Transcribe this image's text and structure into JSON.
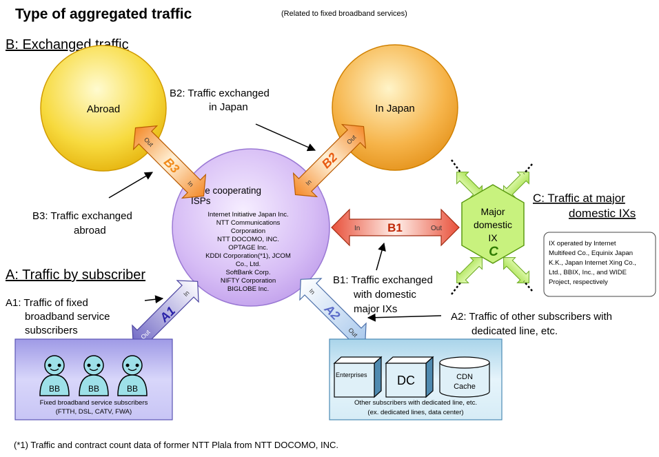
{
  "title": "Type of aggregated traffic",
  "subtitle": "(Related to fixed broadband services)",
  "footnote": "(*1) Traffic and contract count data of former NTT Plala from NTT DOCOMO, INC.",
  "section_b": {
    "heading": "B: Exchanged traffic"
  },
  "section_a": {
    "heading": "A: Traffic by subscriber"
  },
  "section_c": {
    "heading_line1": "C:  Traffic at major",
    "heading_line2": "domestic IXs"
  },
  "nodes": {
    "abroad": "Abroad",
    "in_japan": "In Japan",
    "isp_title_line1": "Nine cooperating",
    "isp_title_line2": "ISPs",
    "isp_list": [
      "Internet Initiative Japan Inc.",
      "NTT Communications",
      "Corporation",
      "NTT DOCOMO, INC.",
      "OPTAGE Inc.",
      "KDDI Corporation(*1), JCOM",
      "Co., Ltd.",
      "SoftBank Corp.",
      "NIFTY Corporation",
      "BIGLOBE Inc."
    ],
    "ix_line1": "Major",
    "ix_line2": "domestic",
    "ix_line3": "IX",
    "ix_letter": "C"
  },
  "arrows": {
    "b3": {
      "label": "B3",
      "out": "Out",
      "in": "In"
    },
    "b2": {
      "label": "B2",
      "out": "Out",
      "in": "In"
    },
    "b1": {
      "label": "B1",
      "in": "In",
      "out": "Out"
    },
    "a1": {
      "label": "A1",
      "out": "Out",
      "in": "In"
    },
    "a2": {
      "label": "A2",
      "in": "In",
      "out": "Out"
    }
  },
  "annotations": {
    "b2_line1": "B2: Traffic exchanged",
    "b2_line2": "in Japan",
    "b3_line1": "B3: Traffic exchanged",
    "b3_line2": "abroad",
    "b1_line1": "B1: Traffic exchanged",
    "b1_line2": "with domestic",
    "b1_line3": "major IXs",
    "a1_line1": "A1: Traffic of fixed",
    "a1_line2": "broadband service",
    "a1_line3": "subscribers",
    "a2_line1": "A2: Traffic of other subscribers with",
    "a2_line2": "dedicated line, etc."
  },
  "ix_note": [
    "IX operated by Internet",
    "Multifeed Co., Equinix Japan",
    "K.K., Japan Internet Xing Co.,",
    "Ltd., BBIX, Inc., and WIDE",
    "Project, respectively"
  ],
  "subscribers_box": {
    "badge": "BB",
    "caption_line1": "Fixed broadband service subscribers",
    "caption_line2": "(FTTH, DSL, CATV, FWA)"
  },
  "dedicated_box": {
    "enterprises": "Enterprises",
    "dc": "DC",
    "cdn_line1": "CDN",
    "cdn_line2": "Cache",
    "caption_line1": "Other subscribers with dedicated line, etc.",
    "caption_line2": "(ex. dedicated lines, data center)"
  },
  "colors": {
    "isp_purple": "#d4b8f0",
    "sun_yellow": "#f5c400",
    "sun_orange": "#f2a020",
    "ix_green": "#c8f07a",
    "b_arrow_orange": "#f9b36a",
    "b1_arrow_red": "#e8503a",
    "a1_arrow": "#8f87d6",
    "a2_arrow": "#bcd8f2",
    "box_purple": "#bcb8ee",
    "box_blue": "#d6ecf6"
  }
}
